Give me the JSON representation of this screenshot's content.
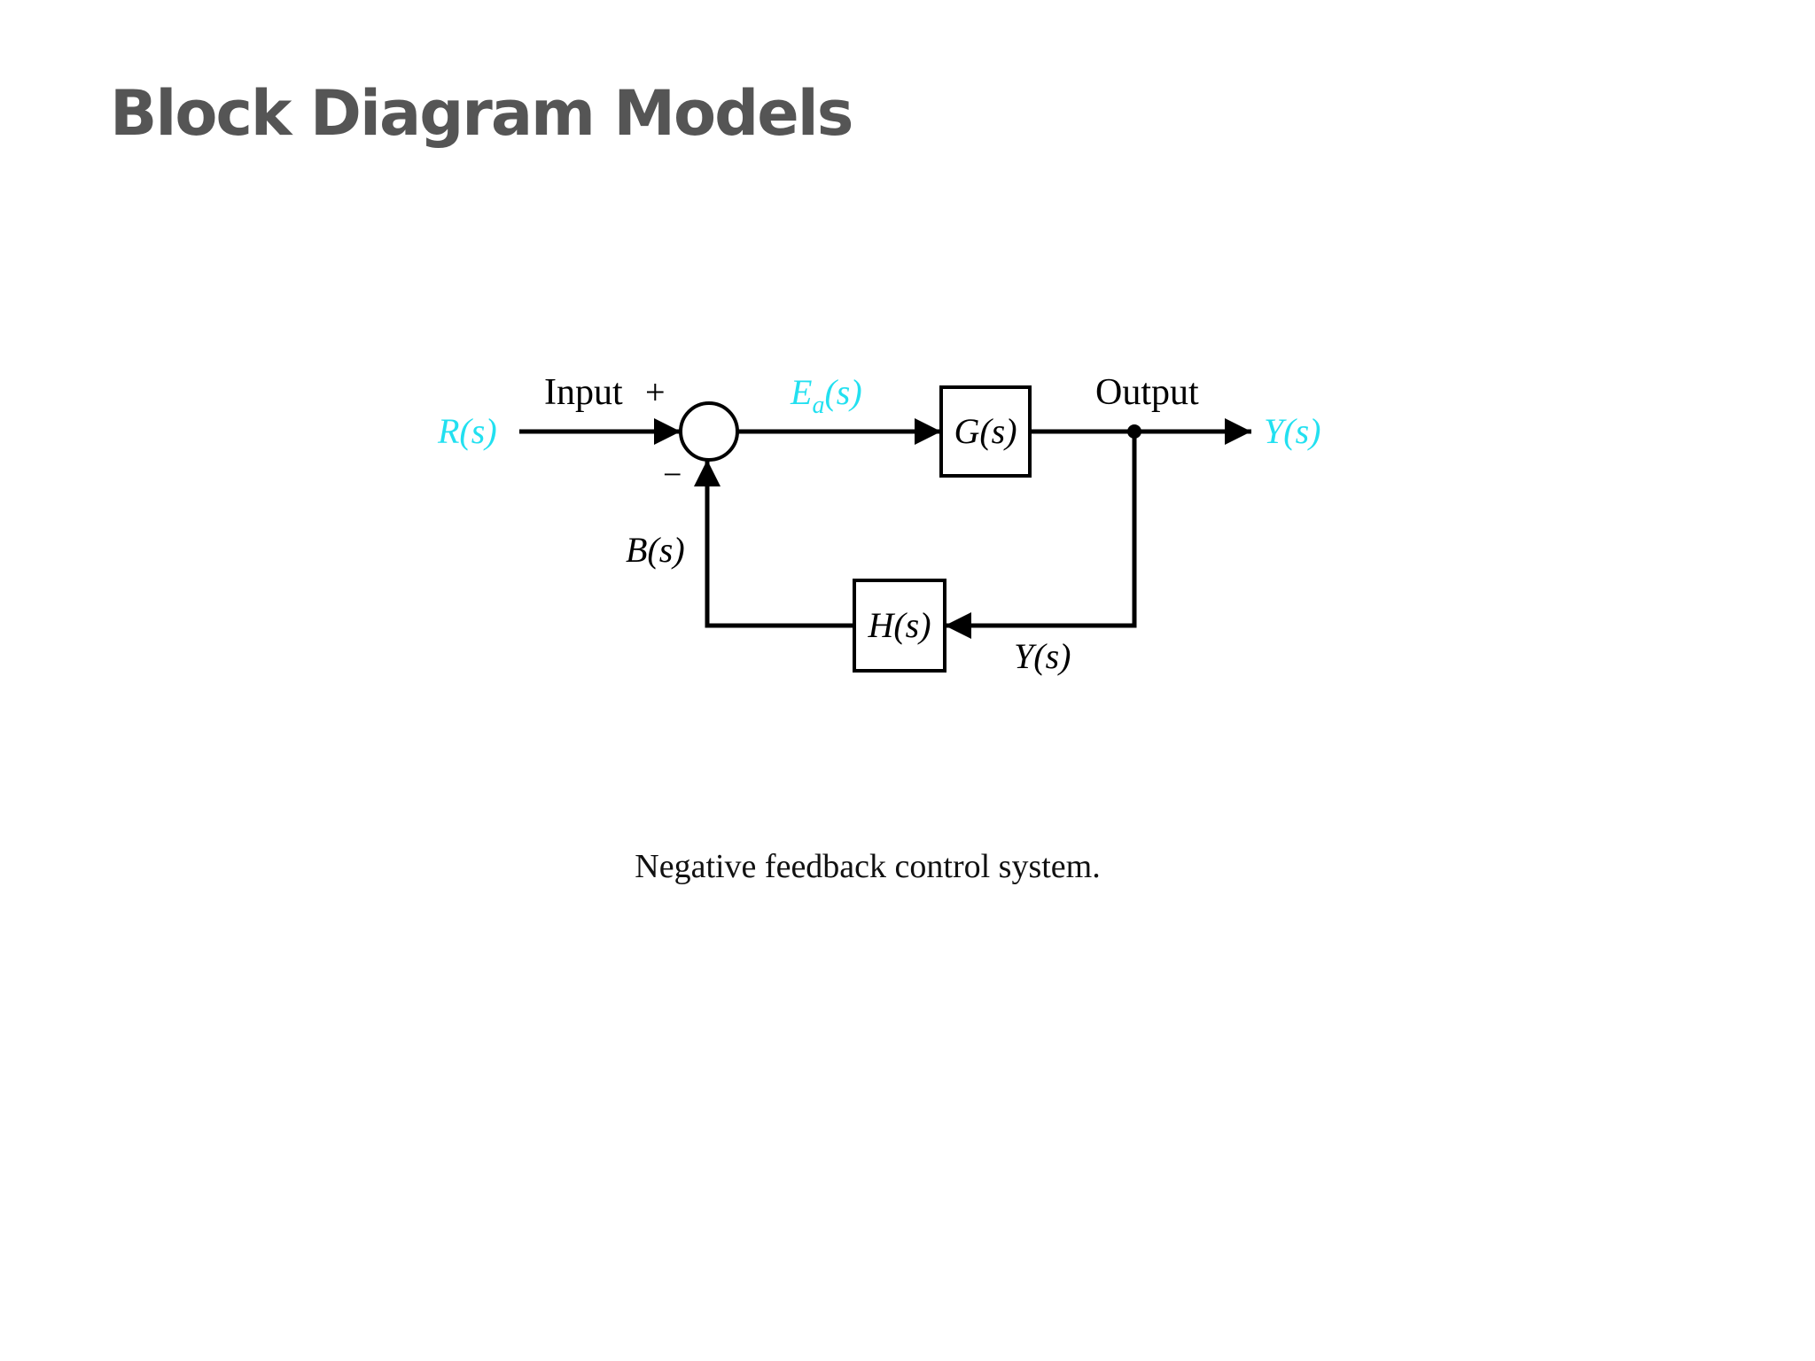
{
  "slide": {
    "title": "Block Diagram Models"
  },
  "diagram": {
    "caption": "Negative feedback control system.",
    "input_label": "Input",
    "output_label": "Output",
    "plus_sign": "+",
    "minus_sign": "−",
    "signals": {
      "reference": "R(s)",
      "error": "Ea(s)",
      "output": "Y(s)",
      "feedback": "B(s)",
      "feedback_output": "Y(s)"
    },
    "blocks": {
      "forward": "G(s)",
      "feedback": "H(s)"
    }
  },
  "colors": {
    "title": "#555555",
    "highlight_signal": "#22e0f0",
    "line": "#000000"
  }
}
